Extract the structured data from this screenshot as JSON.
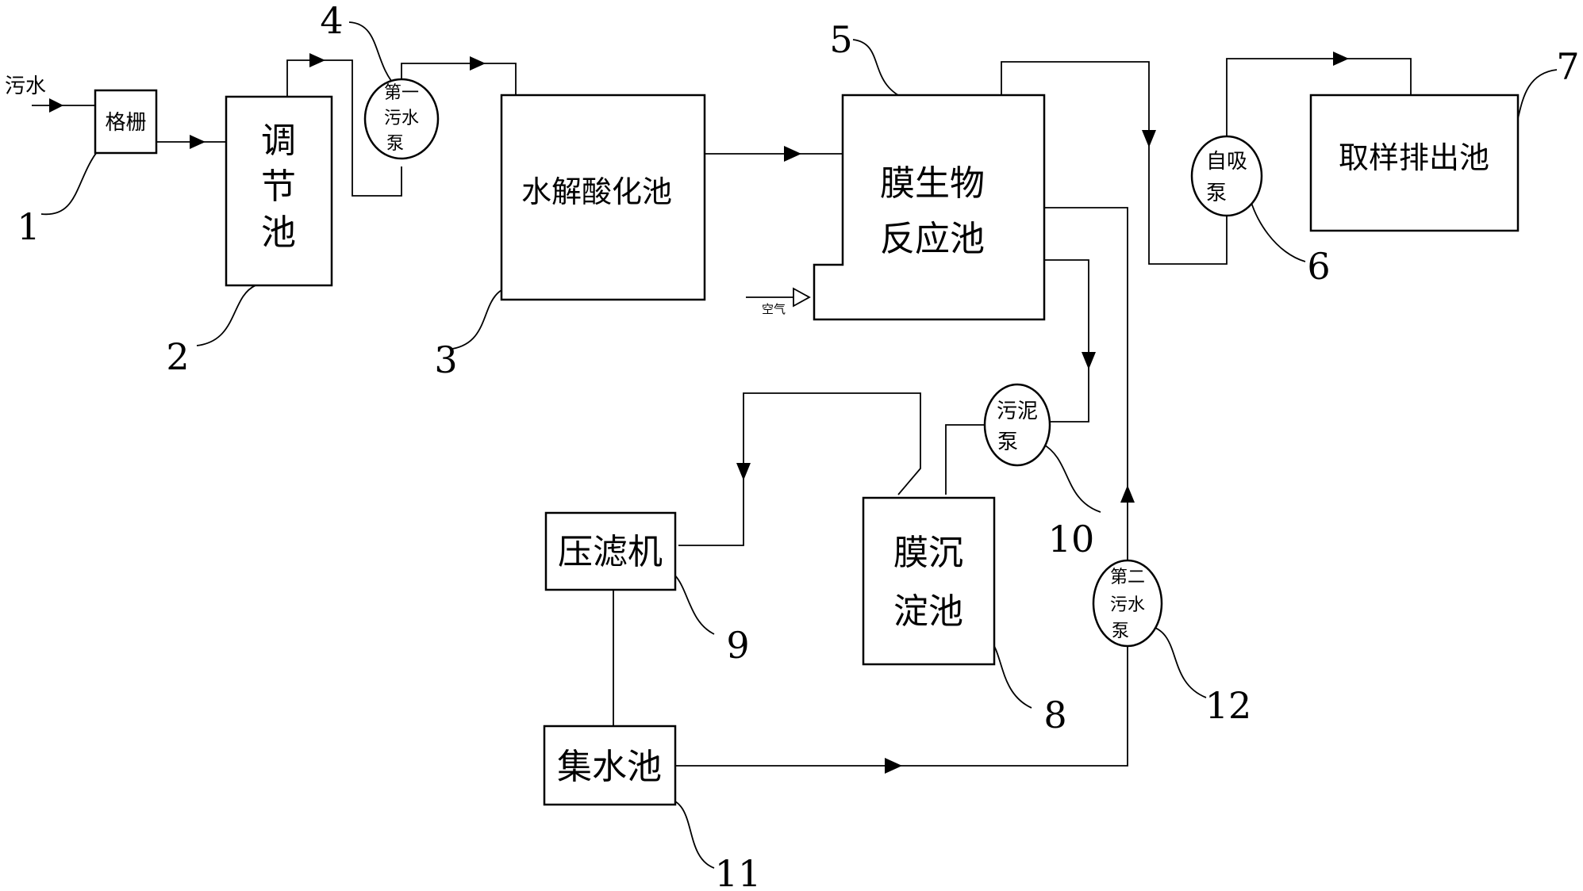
{
  "units": {
    "grille": "格栅",
    "regulating_tank": [
      "调",
      "节",
      "池"
    ],
    "hydrolysis_tank": "水解酸化池",
    "membrane_bioreactor": [
      "膜生物",
      "反应池"
    ],
    "sampling_tank": "取样排出池",
    "membrane_settling_tank": [
      "膜沉",
      "淀池"
    ],
    "filter_press": "压滤机",
    "collection_tank": "集水池"
  },
  "pumps": {
    "first_sewage_pump": [
      "第一",
      "污水",
      "泵"
    ],
    "self_priming_pump": [
      "自吸",
      "泵"
    ],
    "sludge_pump": [
      "污泥",
      "泵"
    ],
    "second_sewage_pump": [
      "第二",
      "污水",
      "泵"
    ]
  },
  "inputs": {
    "sewage": "污水",
    "air": "空气"
  },
  "numbers": {
    "n1": "1",
    "n2": "2",
    "n3": "3",
    "n4": "4",
    "n5": "5",
    "n6": "6",
    "n7": "7",
    "n8": "8",
    "n9": "9",
    "n10": "10",
    "n11": "11",
    "n12": "12"
  }
}
